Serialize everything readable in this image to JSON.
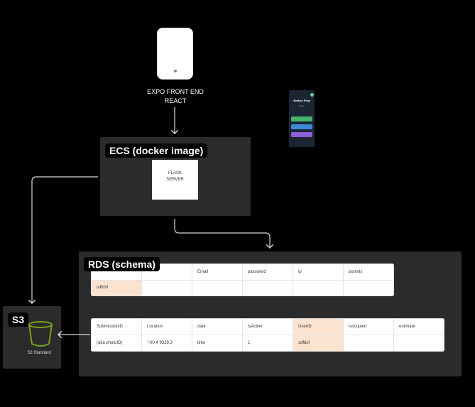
{
  "frontend": {
    "caption_line1": "EXPO FRONT END",
    "caption_line2": "REACT"
  },
  "mockup": {
    "title": "Bottles Ping",
    "subtitle": "hello ⊘",
    "button_colors": [
      "#47b36b",
      "#3f8bd6",
      "#8f5fd6"
    ]
  },
  "ecs": {
    "title": "ECS (docker image)",
    "server_line1": "FLASK",
    "server_line2": "SERVER"
  },
  "rds": {
    "title": "RDS (schema)",
    "users_table": {
      "headers": [
        "",
        "",
        "Email",
        "password",
        "ip",
        "pooints"
      ],
      "row": [
        "sdfdsf",
        "",
        "",
        "",
        "",
        ""
      ]
    },
    "submissions_table": {
      "headers": [
        "SubmissionID",
        "Location",
        "date",
        "isActive",
        "UserID",
        "isocupied",
        "estimate"
      ],
      "row": [
        "(aka photoID)",
        "\"-00.4 9329.3",
        "time",
        "1",
        "sdfdsf",
        "",
        ""
      ]
    }
  },
  "s3": {
    "title": "S3",
    "label": "S3 Standard",
    "bucket_color": "#7aa116"
  },
  "colors": {
    "background": "#000000",
    "panel": "#2b2b2b",
    "highlight": "#fbe3d0",
    "connector": "#d9d9d9"
  }
}
